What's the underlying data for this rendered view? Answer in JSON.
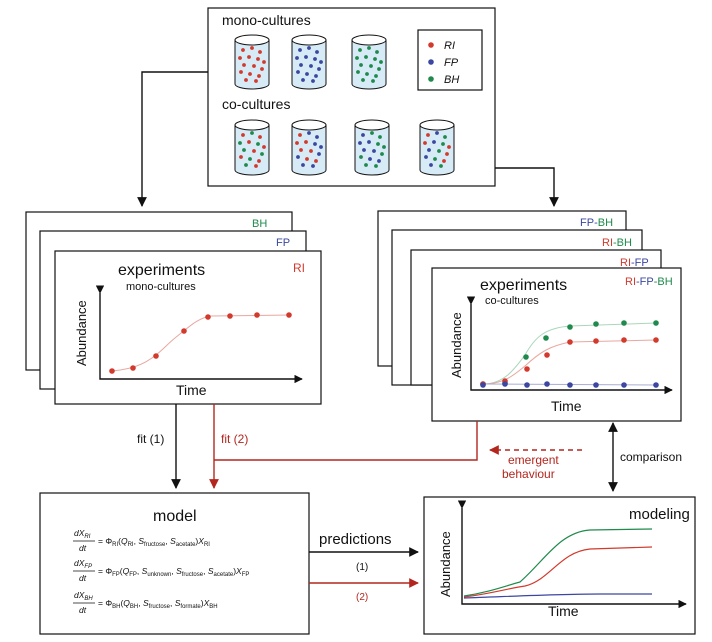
{
  "culture_panel": {
    "mono_title": "mono-cultures",
    "co_title": "co-cultures",
    "legend": [
      {
        "label": "RI",
        "color": "#d23a2d"
      },
      {
        "label": "FP",
        "color": "#3b47a0"
      },
      {
        "label": "BH",
        "color": "#1f8a4c"
      }
    ]
  },
  "mono_stack": {
    "back_labels": [
      "BH",
      "FP"
    ],
    "front_label": "RI",
    "title": "experiments",
    "subtitle": "mono-cultures",
    "ylabel": "Abundance",
    "xlabel": "Time"
  },
  "co_stack": {
    "back_labels": [
      {
        "parts": [
          {
            "t": "FP",
            "c": "#3b47a0"
          },
          {
            "t": "-",
            "c": "#3b47a0"
          },
          {
            "t": "BH",
            "c": "#1f8a4c"
          }
        ]
      },
      {
        "parts": [
          {
            "t": "RI",
            "c": "#d23a2d"
          },
          {
            "t": "-",
            "c": "#1f8a4c"
          },
          {
            "t": "BH",
            "c": "#1f8a4c"
          }
        ]
      },
      {
        "parts": [
          {
            "t": "RI",
            "c": "#d23a2d"
          },
          {
            "t": "-",
            "c": "#3b47a0"
          },
          {
            "t": "FP",
            "c": "#3b47a0"
          }
        ]
      }
    ],
    "front_label": {
      "parts": [
        {
          "t": "RI",
          "c": "#d23a2d"
        },
        {
          "t": "-",
          "c": "#3b47a0"
        },
        {
          "t": "FP",
          "c": "#3b47a0"
        },
        {
          "t": "-",
          "c": "#1f8a4c"
        },
        {
          "t": "BH",
          "c": "#1f8a4c"
        }
      ]
    },
    "title": "experiments",
    "subtitle": "co-cultures",
    "ylabel": "Abundance",
    "xlabel": "Time"
  },
  "flow": {
    "fit1": "fit (1)",
    "fit2": "fit (2)",
    "emergent_line1": "emergent",
    "emergent_line2": "behaviour",
    "comparison": "comparison",
    "predictions": "predictions",
    "pred1": "(1)",
    "pred2": "(2)"
  },
  "model": {
    "title": "model"
  },
  "modeling": {
    "title": "modeling",
    "ylabel": "Abundance",
    "xlabel": "Time"
  },
  "colors": {
    "ri": "#d23a2d",
    "fp": "#3b47a0",
    "bh": "#1f8a4c",
    "arrow_red": "#b3261e"
  }
}
